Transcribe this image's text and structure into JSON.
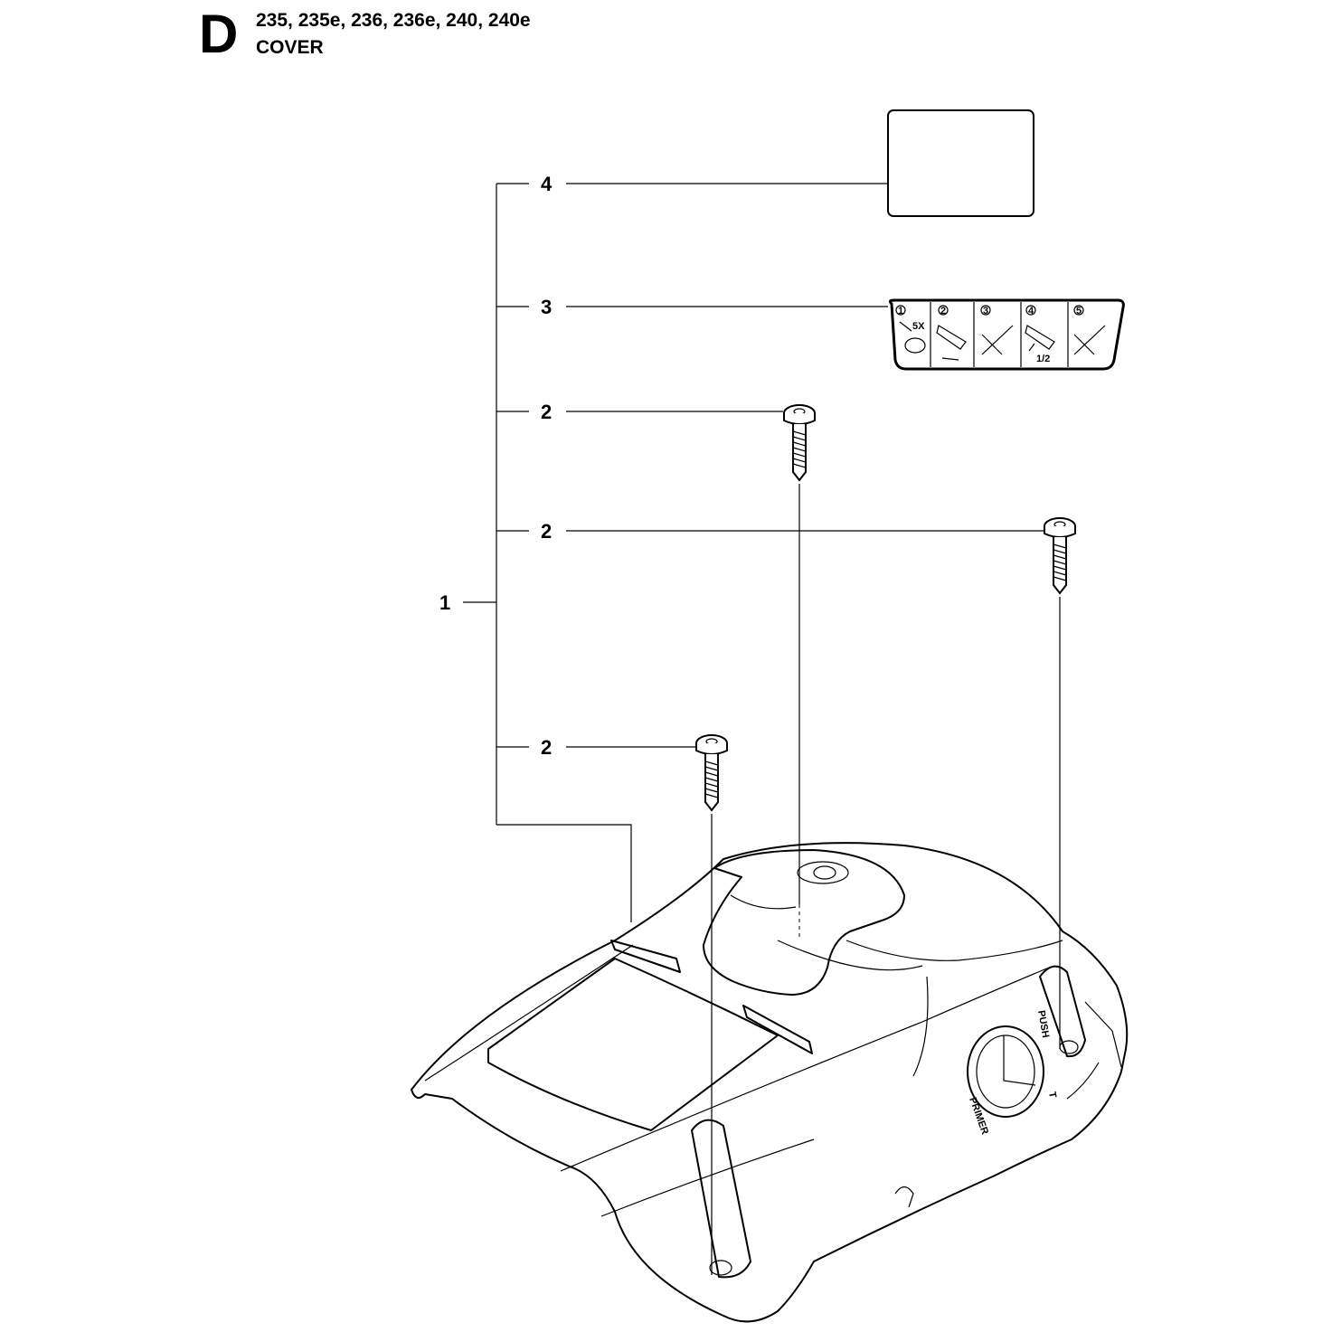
{
  "header": {
    "section_letter": "D",
    "models": "235, 235e, 236, 236e, 240, 240e",
    "title": "COVER"
  },
  "callouts": [
    {
      "id": "1",
      "label": "1"
    },
    {
      "id": "2a",
      "label": "2"
    },
    {
      "id": "2b",
      "label": "2"
    },
    {
      "id": "2c",
      "label": "2"
    },
    {
      "id": "3",
      "label": "3"
    },
    {
      "id": "4",
      "label": "4"
    }
  ],
  "decal": {
    "step_numbers": [
      "1",
      "2",
      "3",
      "4",
      "5"
    ],
    "texts": [
      "5X",
      "1/2"
    ]
  },
  "cover_markings": {
    "primer": "PRIMER",
    "push": "PUSH",
    "t": "T"
  }
}
